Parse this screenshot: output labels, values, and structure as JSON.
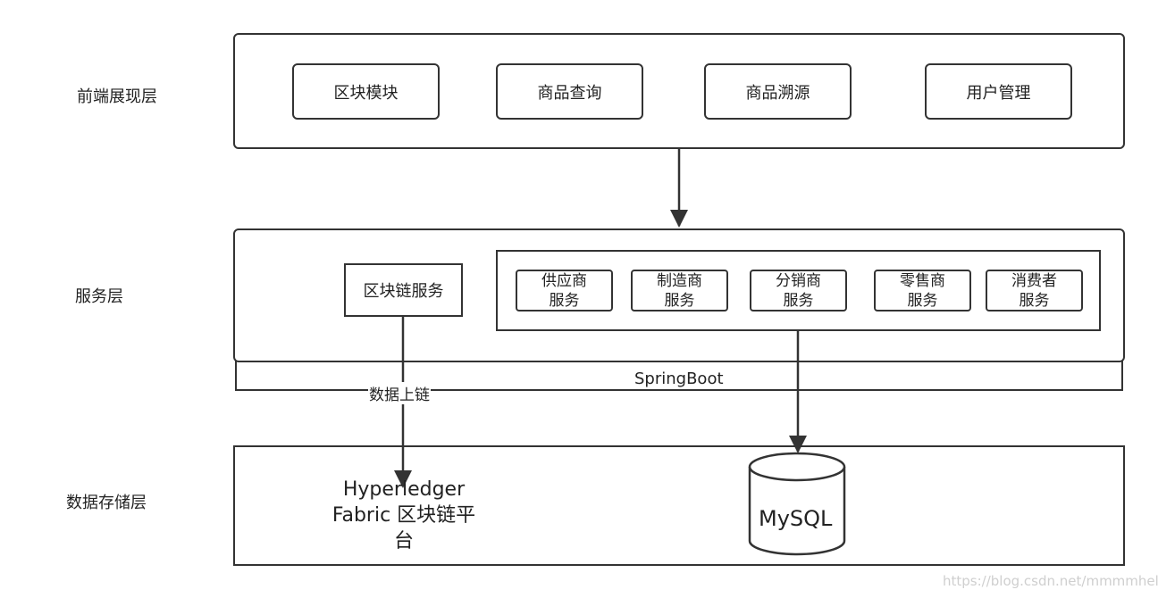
{
  "layers": {
    "frontend_label": "前端展现层",
    "service_label": "服务层",
    "storage_label": "数据存储层"
  },
  "frontend_modules": [
    "区块模块",
    "商品查询",
    "商品溯源",
    "用户管理"
  ],
  "service": {
    "blockchain_service": "区块链服务",
    "role_services": [
      {
        "line1": "供应商",
        "line2": "服务"
      },
      {
        "line1": "制造商",
        "line2": "服务"
      },
      {
        "line1": "分销商",
        "line2": "服务"
      },
      {
        "line1": "零售商",
        "line2": "服务"
      },
      {
        "line1": "消费者",
        "line2": "服务"
      }
    ],
    "framework": "SpringBoot",
    "upload_label": "数据上链"
  },
  "storage": {
    "fabric_line1": "Hyperledger",
    "fabric_line2": "Fabric 区块链平",
    "fabric_line3": "台",
    "database": "MySQL"
  },
  "watermark": "https://blog.csdn.net/mmmmhello"
}
